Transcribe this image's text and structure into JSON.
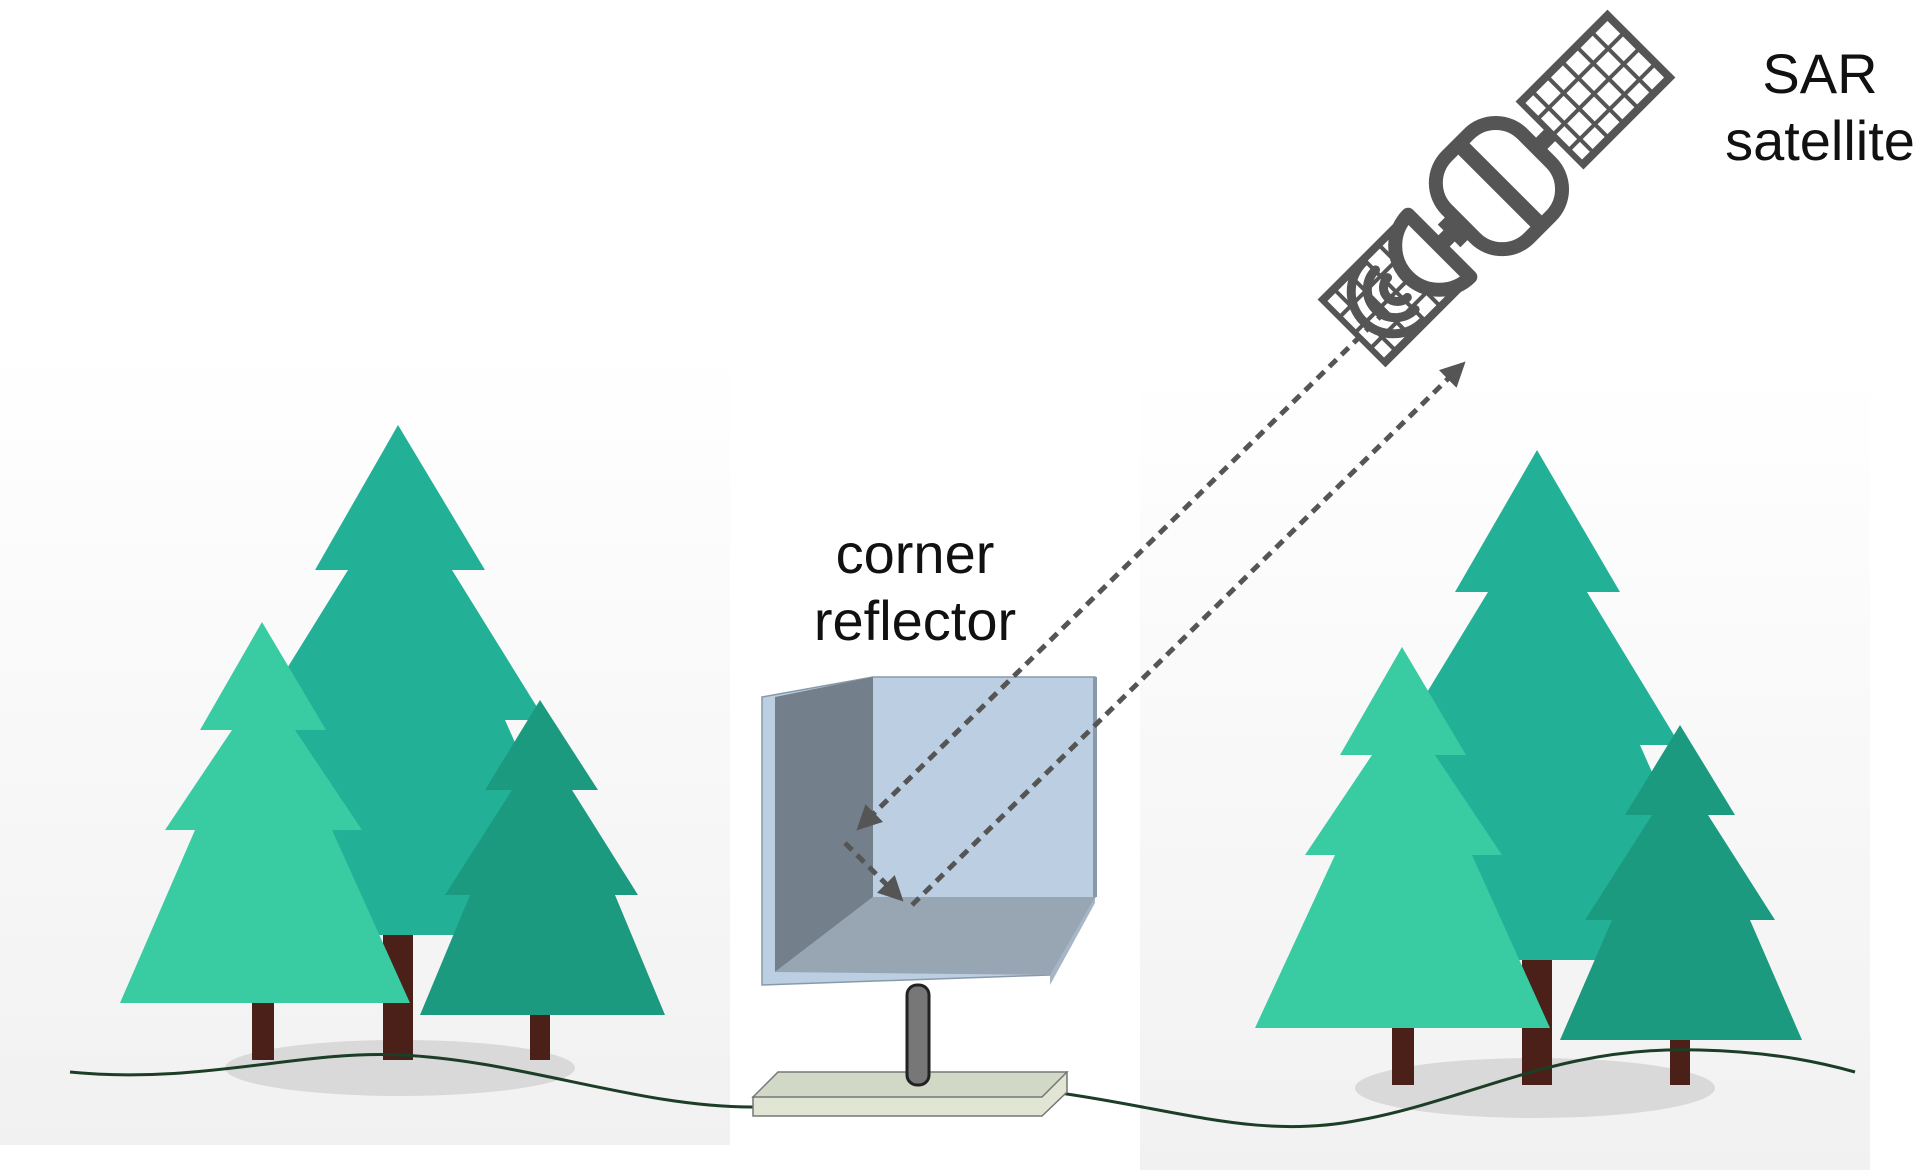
{
  "labels": {
    "satellite_line1": "SAR",
    "satellite_line2": "satellite",
    "reflector_line1": "corner",
    "reflector_line2": "reflector"
  },
  "colors": {
    "tree_dark": "#1b9a80",
    "tree_mid": "#22b196",
    "tree_light": "#39cba2",
    "trunk": "#4a2018",
    "ground_line": "#1c3e26",
    "satellite": "#555555",
    "reflector_face": "#bccfe2",
    "reflector_inner": "#737f8a",
    "reflector_floor": "#98a6b4",
    "signal_path": "#555555",
    "base_plate": "#e1e6d4"
  },
  "icons": [
    "satellite-icon",
    "signal-wave-icon",
    "tree-icon"
  ]
}
